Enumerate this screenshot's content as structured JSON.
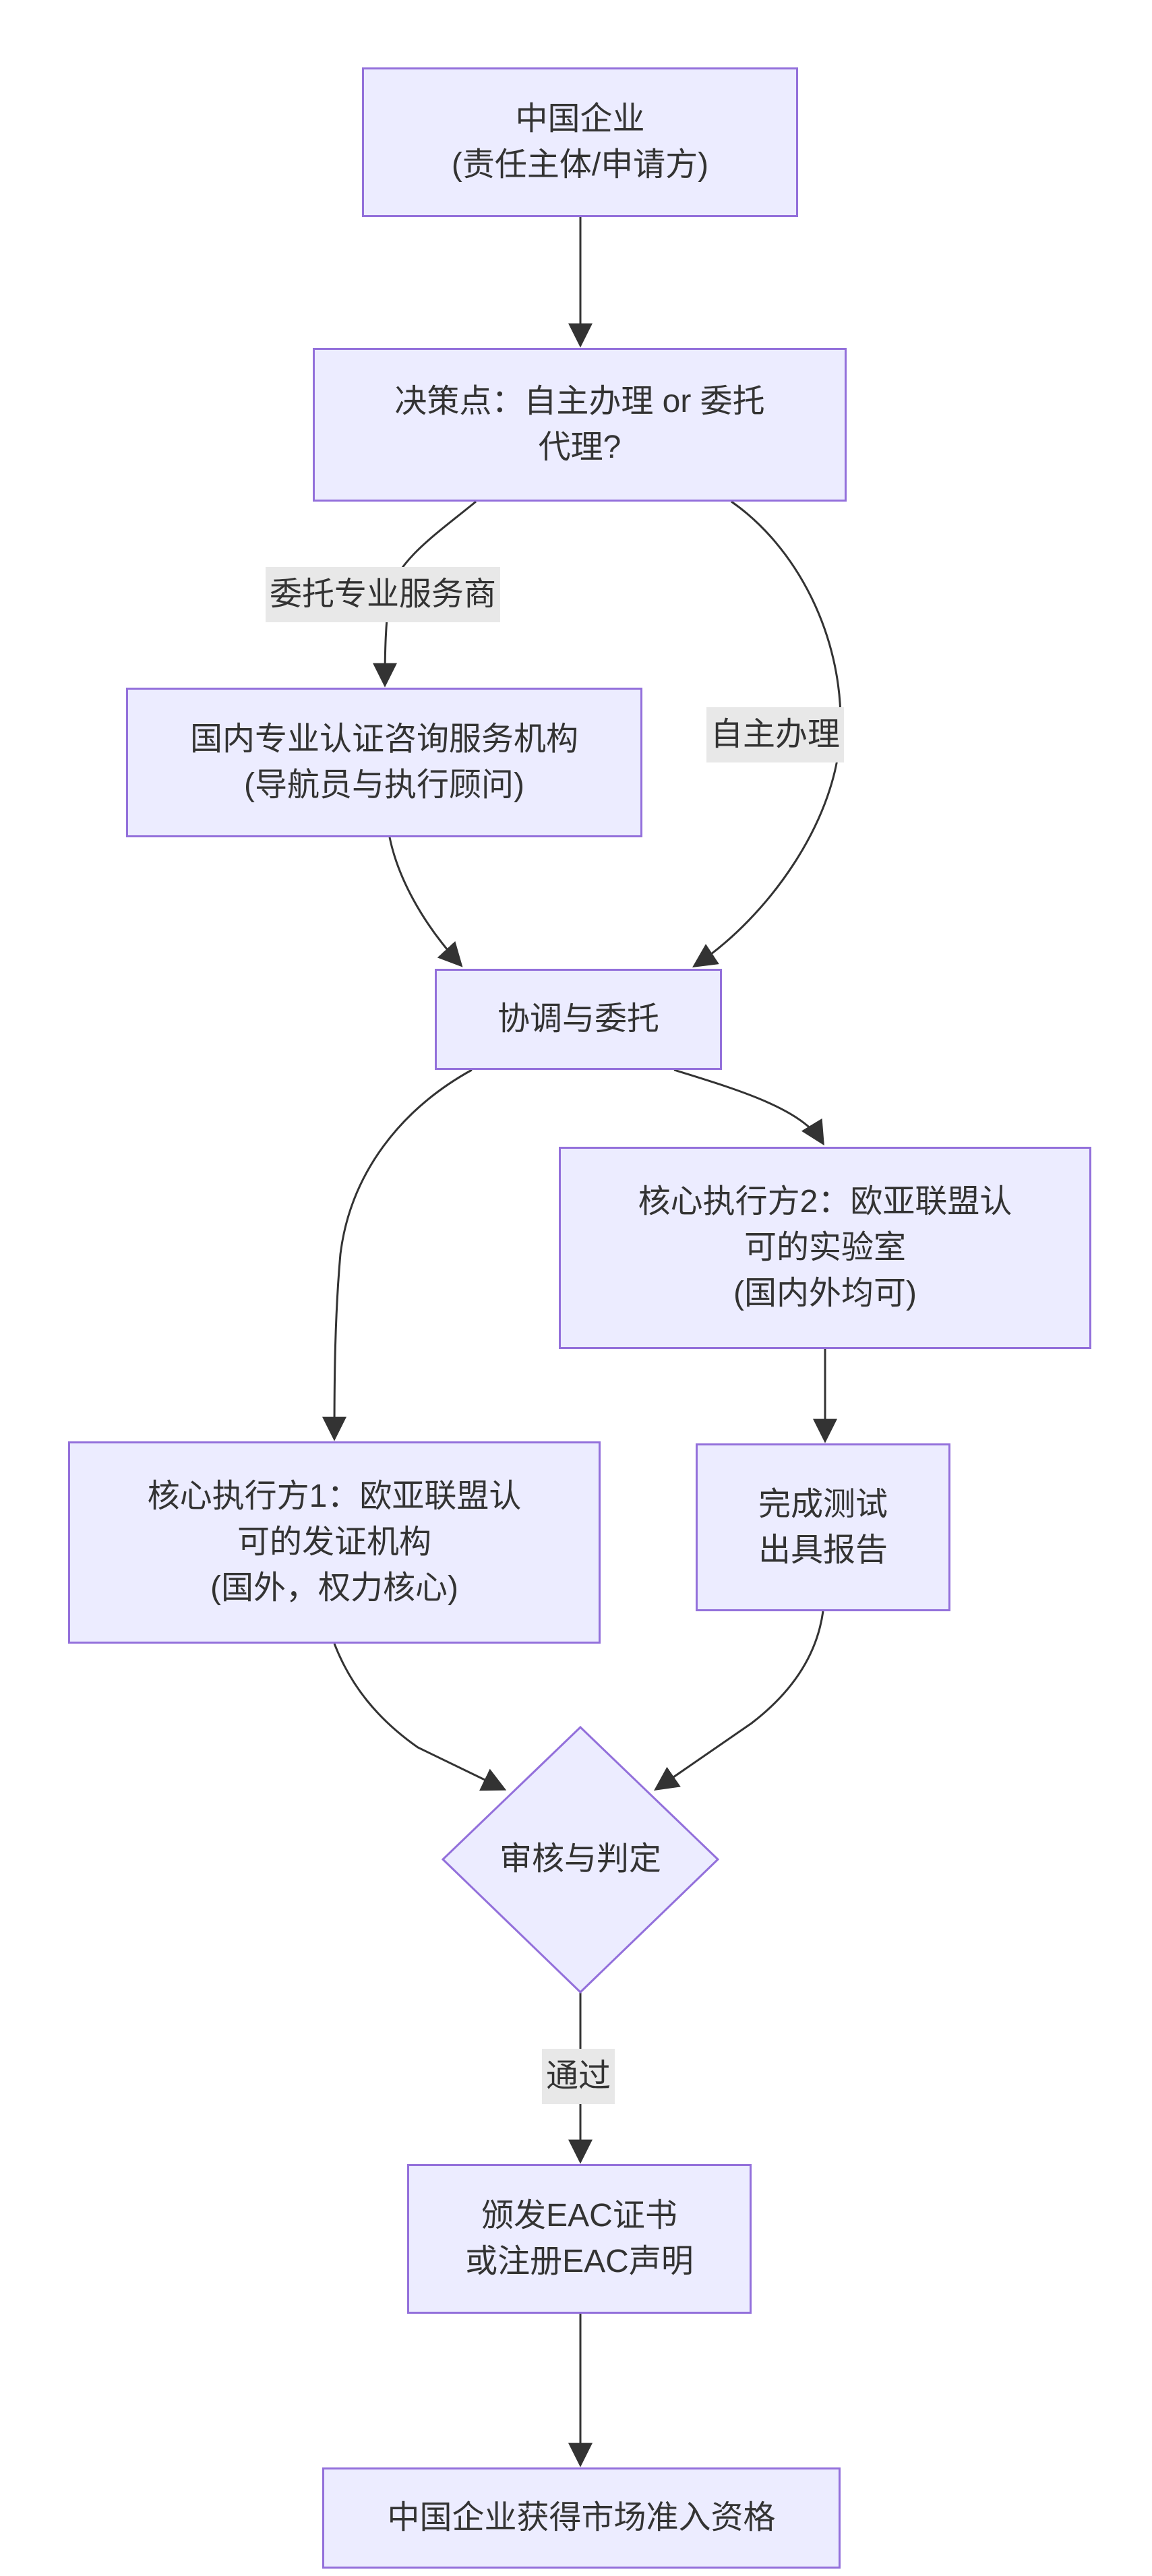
{
  "theme": {
    "node-fill": "#ECECFF",
    "node-border": "#9370DB",
    "edge-color": "#333333",
    "label-bg": "#e8e8e8",
    "text-color": "#333333",
    "canvas-bg": "#ffffff"
  },
  "nodes": {
    "china_enterprise": {
      "line1": "中国企业",
      "line2": "(责任主体/申请方)"
    },
    "decision": {
      "line1": "决策点：自主办理 or 委托",
      "line2": "代理?"
    },
    "agency": {
      "line1": "国内专业认证咨询服务机构",
      "line2": "(导航员与执行顾问)"
    },
    "coordination": {
      "line1": "协调与委托"
    },
    "lab": {
      "line1": "核心执行方2：欧亚联盟认",
      "line2": "可的实验室",
      "line3": "(国内外均可)"
    },
    "cert_body": {
      "line1": "核心执行方1：欧亚联盟认",
      "line2": "可的发证机构",
      "line3": "(国外，权力核心)"
    },
    "testing": {
      "line1": "完成测试",
      "line2": "出具报告"
    },
    "review": {
      "line1": "审核与判定"
    },
    "certificate": {
      "line1": "颁发EAC证书",
      "line2": "或注册EAC声明"
    },
    "market_access": {
      "line1": "中国企业获得市场准入资格"
    }
  },
  "edge_labels": {
    "delegate": "委托专业服务商",
    "self_handle": "自主办理",
    "pass": "通过"
  }
}
